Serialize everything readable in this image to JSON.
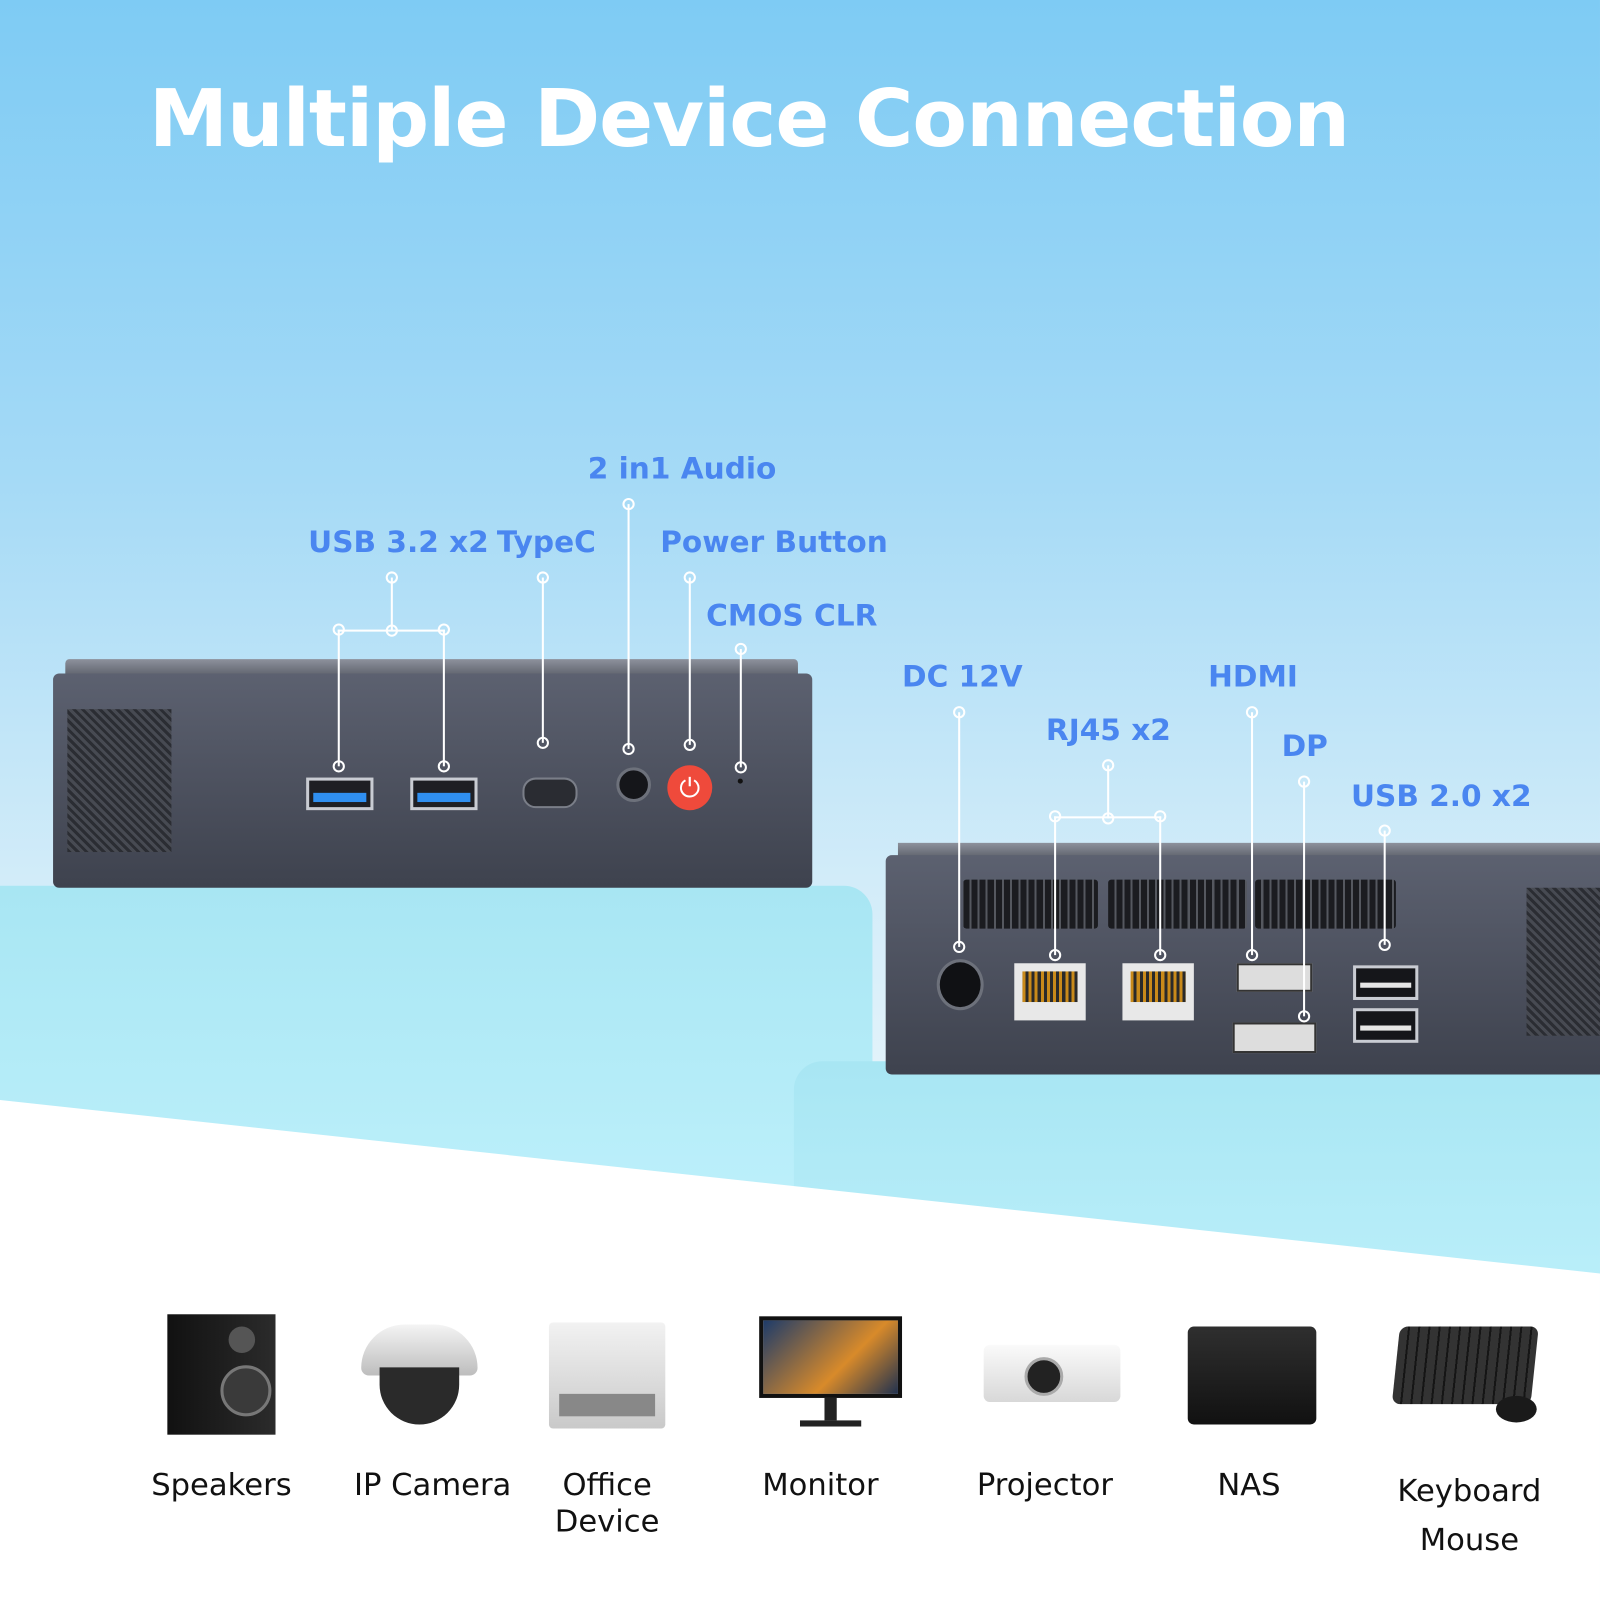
{
  "title": "Multiple Device Connection",
  "colors": {
    "label": "#4a86f0",
    "title": "#ffffff",
    "power_button": "#ef4a3b",
    "sky": "#7ecbf4"
  },
  "front_ports": {
    "usb32": "USB 3.2 x2",
    "typec": "TypeC",
    "audio": "2 in1 Audio",
    "power": "Power Button",
    "cmos": "CMOS CLR"
  },
  "rear_ports": {
    "dc": "DC 12V",
    "rj45": "RJ45 x2",
    "hdmi": "HDMI",
    "dp": "DP",
    "usb20": "USB 2.0 x2"
  },
  "devices": [
    {
      "label": "Speakers",
      "icon": "speaker-icon"
    },
    {
      "label": "IP Camera",
      "icon": "ip-camera-icon"
    },
    {
      "label": "Office Device",
      "icon": "printer-icon"
    },
    {
      "label": "Monitor",
      "icon": "monitor-icon"
    },
    {
      "label": "Projector",
      "icon": "projector-icon"
    },
    {
      "label": "NAS",
      "icon": "nas-icon"
    },
    {
      "label": "Keyboard Mouse",
      "icon": "keyboard-mouse-icon"
    }
  ]
}
